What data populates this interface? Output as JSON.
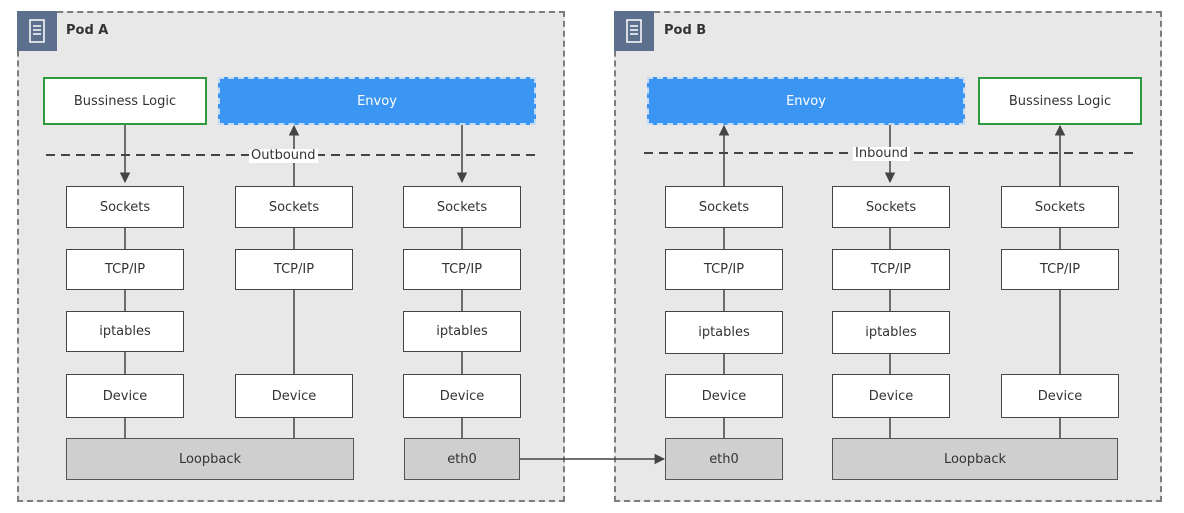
{
  "pods": {
    "a": {
      "title": "Pod A",
      "icon": "server-icon",
      "business_logic": "Bussiness Logic",
      "envoy": "Envoy",
      "direction_label": "Outbound",
      "stacks": [
        {
          "sockets": "Sockets",
          "tcpip": "TCP/IP",
          "iptables": "iptables",
          "device": "Device"
        },
        {
          "sockets": "Sockets",
          "tcpip": "TCP/IP",
          "device": "Device"
        },
        {
          "sockets": "Sockets",
          "tcpip": "TCP/IP",
          "iptables": "iptables",
          "device": "Device"
        }
      ],
      "loopback": "Loopback",
      "eth0": "eth0"
    },
    "b": {
      "title": "Pod B",
      "icon": "server-icon",
      "envoy": "Envoy",
      "business_logic": "Bussiness Logic",
      "direction_label": "Inbound",
      "stacks": [
        {
          "sockets": "Sockets",
          "tcpip": "TCP/IP",
          "iptables": "iptables",
          "device": "Device"
        },
        {
          "sockets": "Sockets",
          "tcpip": "TCP/IP",
          "iptables": "iptables",
          "device": "Device"
        },
        {
          "sockets": "Sockets",
          "tcpip": "TCP/IP",
          "device": "Device"
        }
      ],
      "eth0": "eth0",
      "loopback": "Loopback"
    }
  },
  "colors": {
    "pod_background": "#e8e8e8",
    "pod_border": "#7d7d7d",
    "badge": "#5c6f8c",
    "business_logic_border": "#2e9a3e",
    "envoy_fill": "#3b95f3",
    "nic_fill": "#cfcfcf",
    "line": "#444444"
  }
}
